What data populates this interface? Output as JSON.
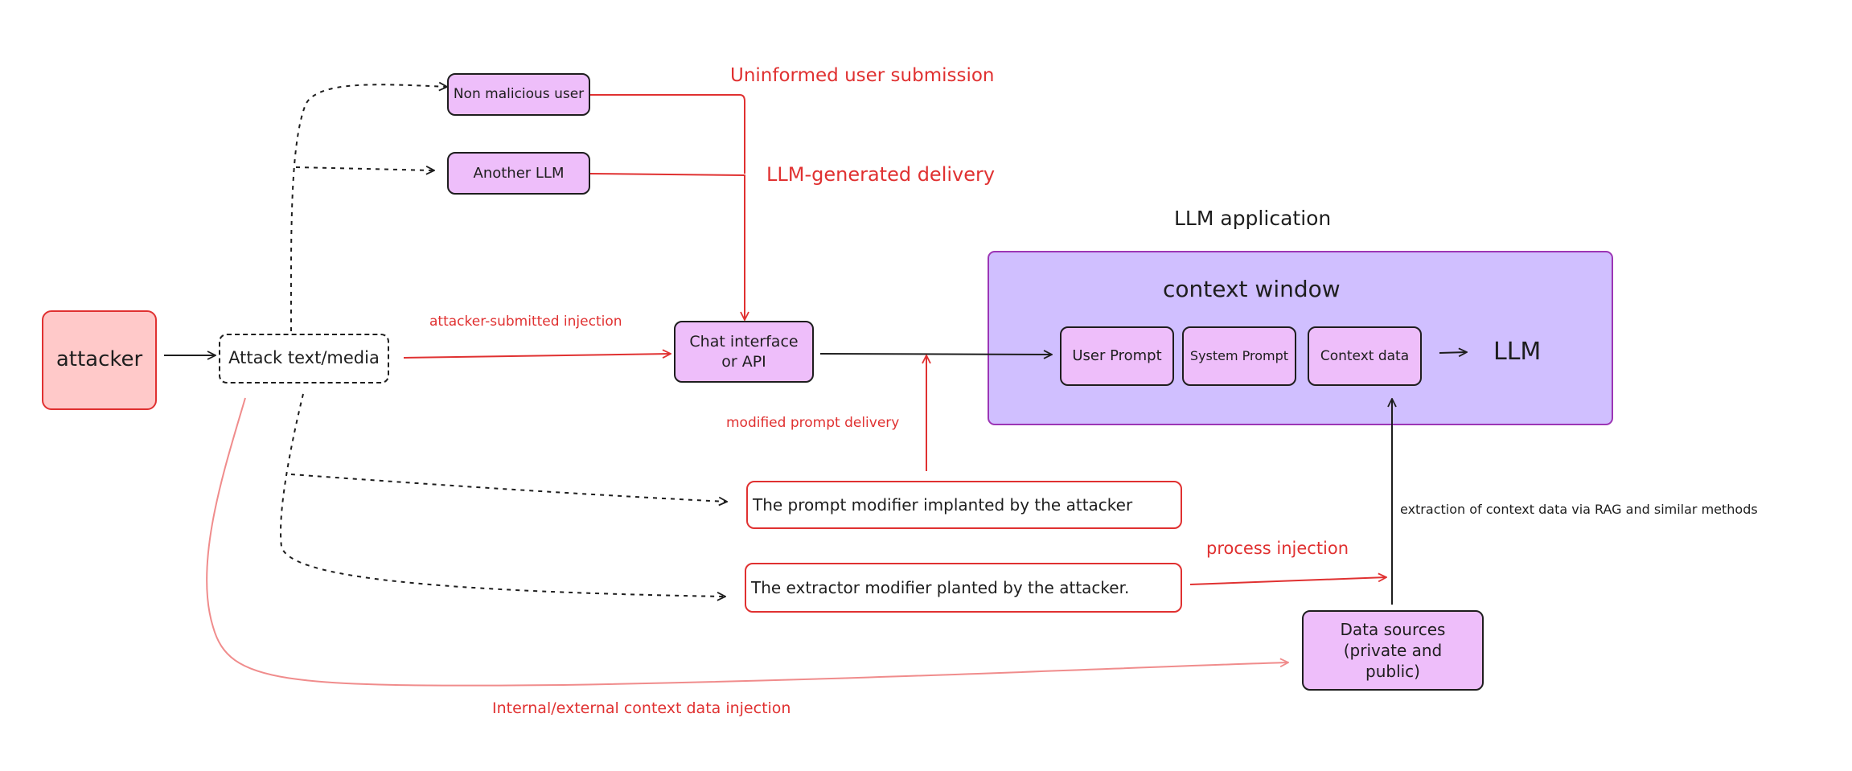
{
  "nodes": {
    "attacker": "attacker",
    "attack_text": "Attack text/media",
    "non_malicious_user": "Non malicious user",
    "another_llm": "Another LLM",
    "chat_interface": "Chat interface or API",
    "prompt_modifier": "The prompt modifier implanted by the attacker",
    "extractor_modifier": "The extractor modifier planted by the attacker.",
    "data_sources": "Data sources (private and public)",
    "user_prompt": "User Prompt",
    "system_prompt": "System Prompt",
    "context_data": "Context data",
    "llm": "LLM"
  },
  "groups": {
    "llm_application": "LLM application",
    "context_window": "context window"
  },
  "edge_labels": {
    "uninformed_user_submission": "Uninformed user submission",
    "llm_generated_delivery": "LLM-generated delivery",
    "attacker_submitted_injection": "attacker-submitted injection",
    "modified_prompt_delivery": "modified prompt delivery",
    "process_injection": "process injection",
    "extraction_via_rag": "extraction of context data via RAG and similar methods",
    "context_data_injection": "Internal/external context data injection"
  },
  "colors": {
    "attacker_fill": "#ffc9c9",
    "attacker_stroke": "#e03131",
    "node_fill": "#eebefa",
    "app_fill": "#d0bfff",
    "app_stroke": "#9c36b5",
    "red": "#e03131",
    "ink": "#1e1e1e"
  }
}
